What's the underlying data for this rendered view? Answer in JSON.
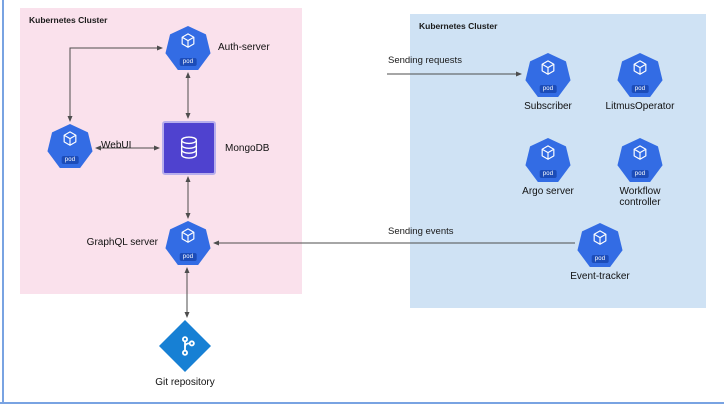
{
  "left_cluster": {
    "title": "Kubernetes Cluster",
    "auth_server": "Auth-server",
    "webui": "WebUI",
    "mongodb": "MongoDB",
    "graphql_server": "GraphQL server",
    "git_repository": "Git repository"
  },
  "right_cluster": {
    "title": "Kubernetes Cluster",
    "subscriber": "Subscriber",
    "litmus_operator": "LitmusOperator",
    "argo_server": "Argo server",
    "workflow_controller": "Workflow controller",
    "event_tracker": "Event-tracker"
  },
  "edges": {
    "sending_requests": "Sending requests",
    "sending_events": "Sending events"
  },
  "badge": {
    "pod": "pod"
  },
  "colors": {
    "pod_blue": "#336ce4",
    "pod_badge_blue": "#1c4cb8",
    "mongo_purple": "#4f42cf",
    "git_blue": "#1780d4",
    "left_cluster_bg": "#fae1ec",
    "right_cluster_bg": "#cfe2f4",
    "arrow_gray": "#4d4d4d"
  }
}
